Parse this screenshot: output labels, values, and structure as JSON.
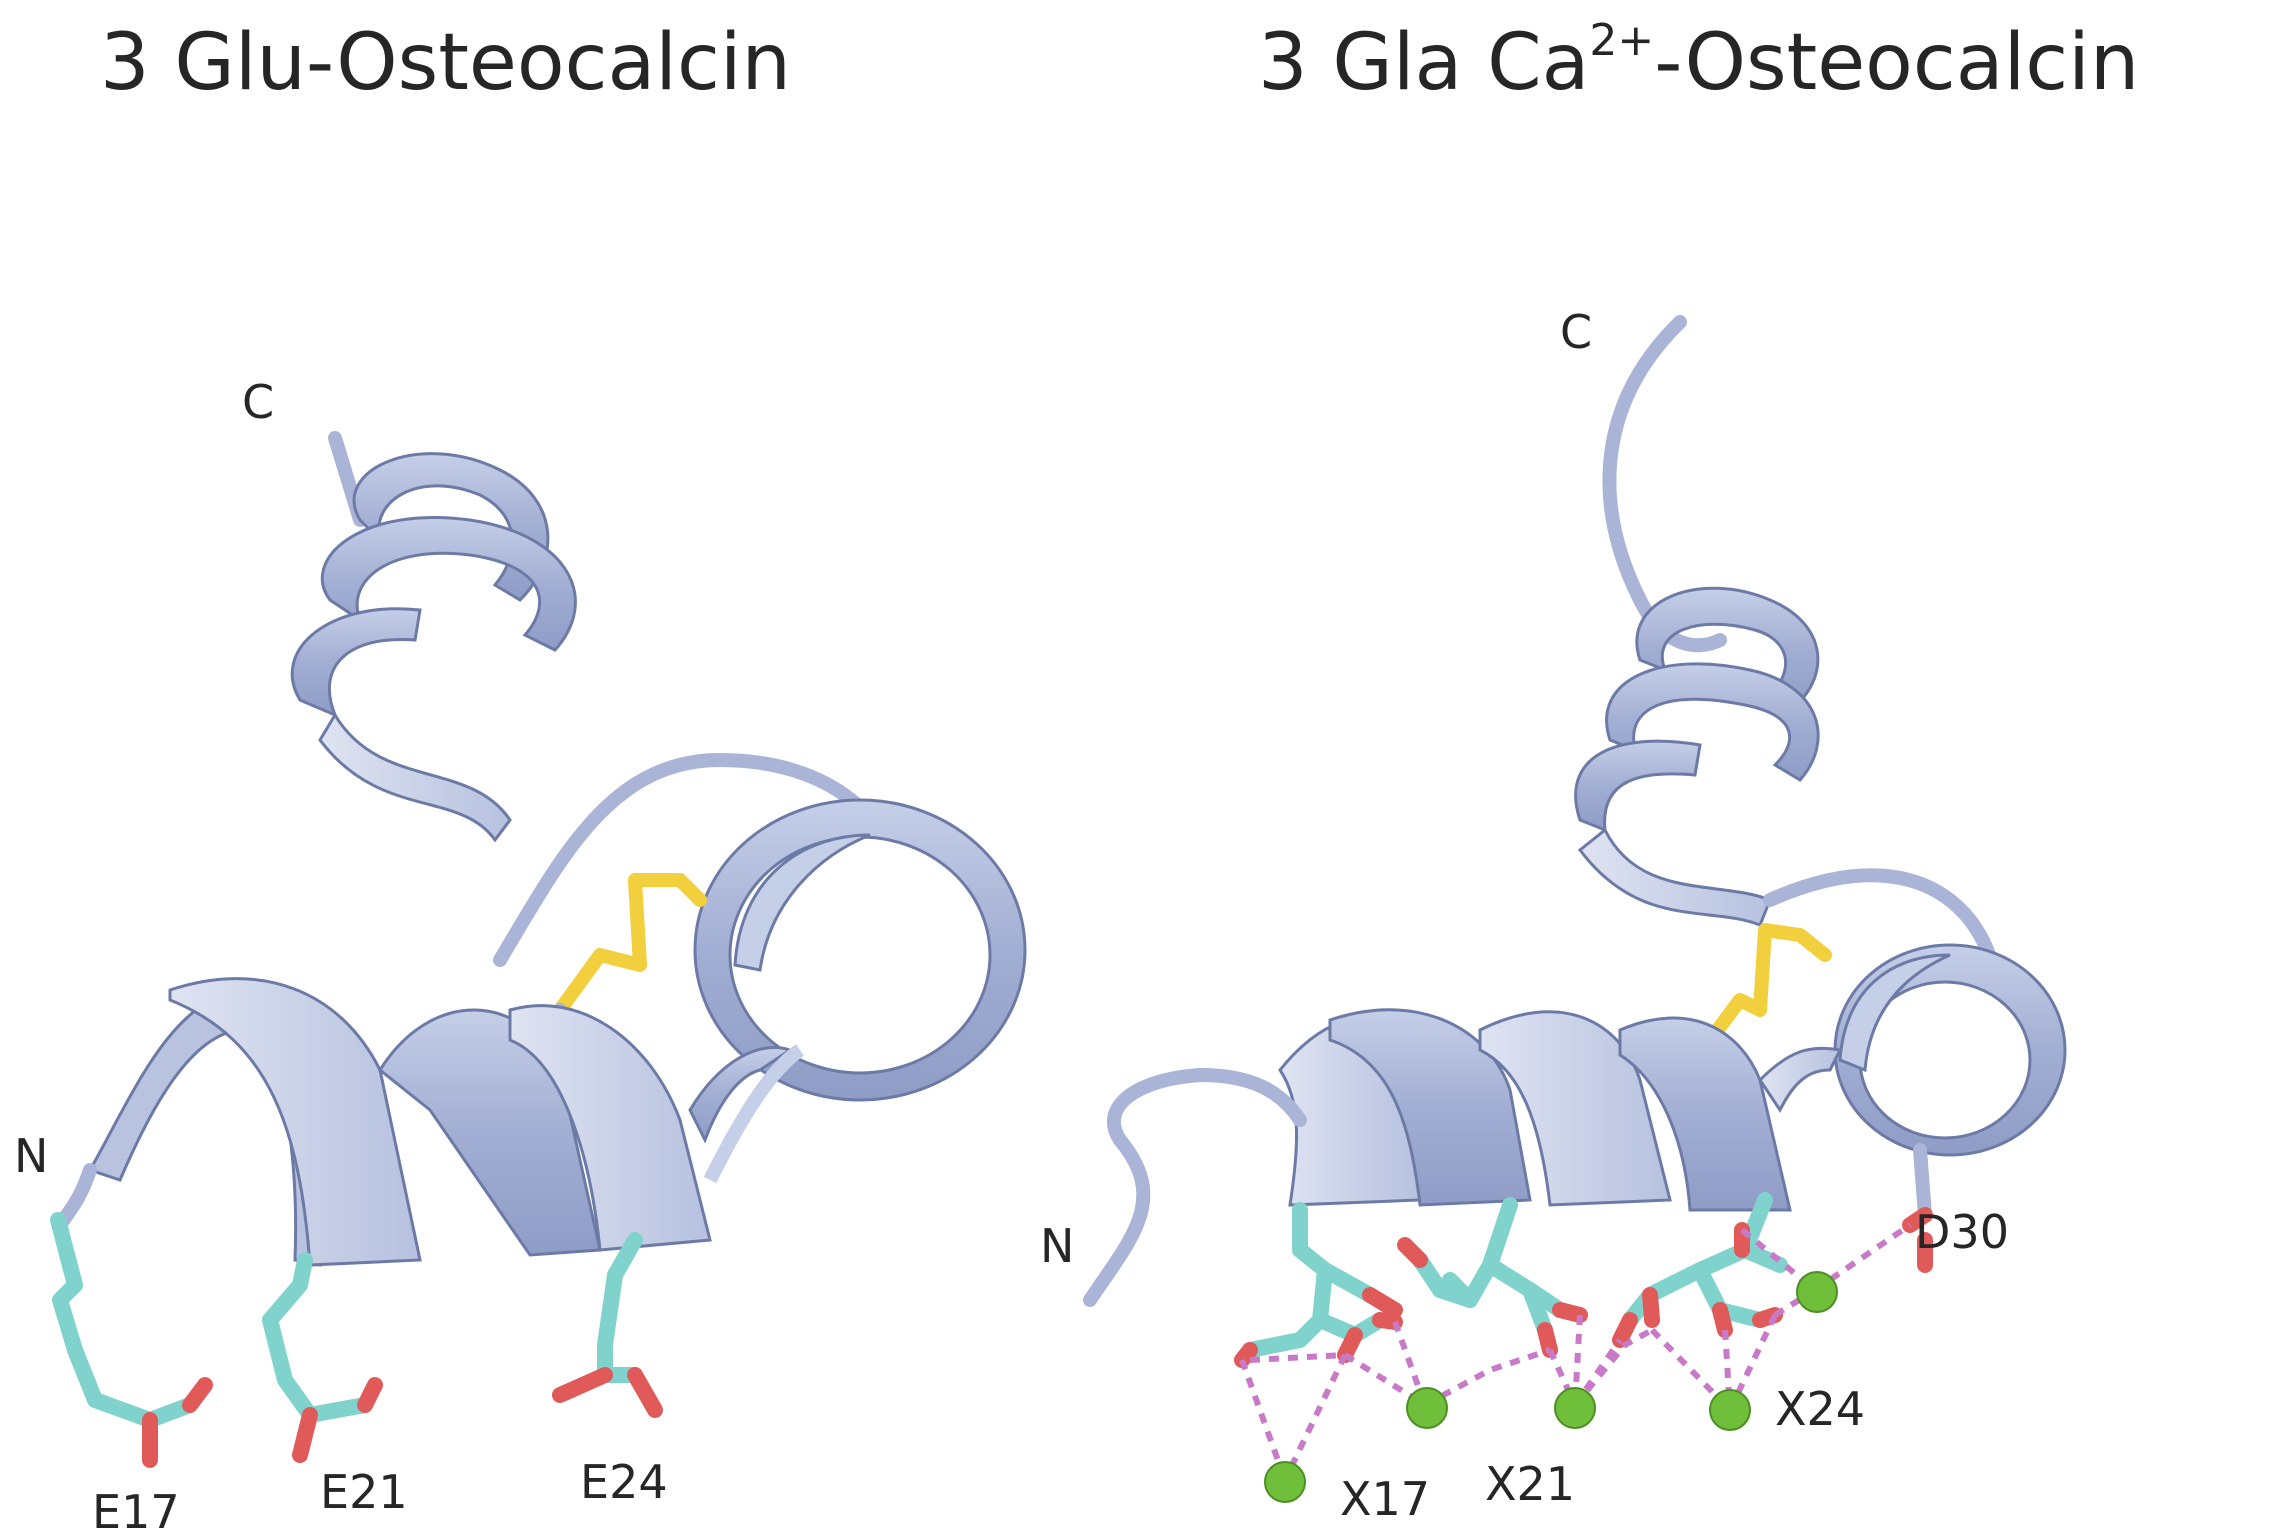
{
  "titles": {
    "left": "3 Glu-Osteocalcin",
    "right_prefix": "3 Gla Ca",
    "right_superscript": "2+",
    "right_suffix": "-Osteocalcin"
  },
  "left_panel": {
    "terminus_c": "C",
    "terminus_n": "N",
    "residues": [
      "E17",
      "E21",
      "E24"
    ]
  },
  "right_panel": {
    "terminus_c": "C",
    "terminus_n": "N",
    "residues": [
      "X17",
      "X21",
      "X24",
      "D30"
    ]
  },
  "colors": {
    "ribbon": "#a9b4d6",
    "ribbon_light": "#ccd3e8",
    "ribbon_edge": "#6c7aa6",
    "carbon": "#7fd3cc",
    "oxygen": "#e05a5a",
    "sulfur": "#f2cf3c",
    "calcium": "#6fbf3a",
    "bond": "#c87ac8"
  }
}
